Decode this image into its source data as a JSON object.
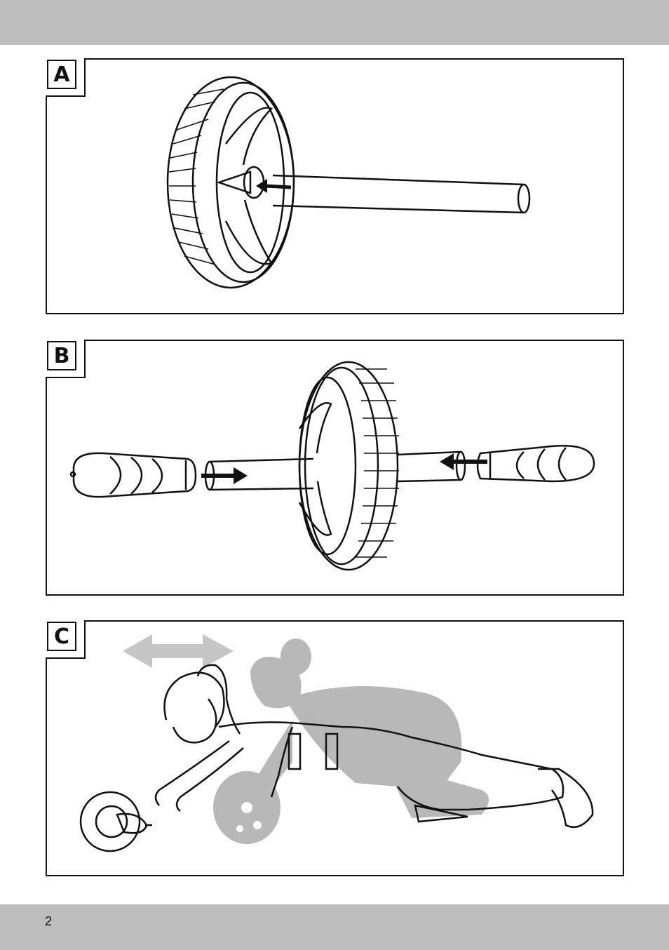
{
  "panels": [
    {
      "label": "A"
    },
    {
      "label": "B"
    },
    {
      "label": "C"
    }
  ],
  "footer": {
    "page_number": "2"
  },
  "colors": {
    "band": "#bdbdbd",
    "line": "#111111",
    "silhouette": "#b8b8b8"
  }
}
